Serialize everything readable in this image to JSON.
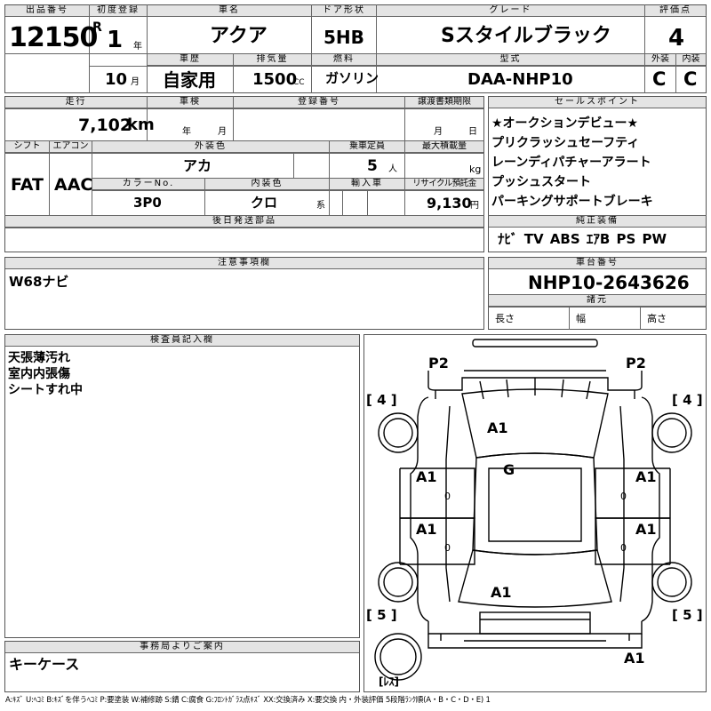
{
  "lot": {
    "header": "出品番号",
    "value": "12150"
  },
  "first_reg": {
    "header": "初度登録",
    "era": "R",
    "year": "1",
    "year_unit": "年",
    "month": "10",
    "month_unit": "月"
  },
  "car_name": {
    "header": "車名",
    "value": "アクア"
  },
  "door": {
    "header": "ドア形状",
    "value": "5HB"
  },
  "grade": {
    "header": "グレード",
    "value": "Sスタイルブラック"
  },
  "score": {
    "header": "評価点",
    "value": "4"
  },
  "history": {
    "header": "車歴",
    "value": "自家用"
  },
  "displacement": {
    "header": "排気量",
    "value": "1500",
    "unit": "CC"
  },
  "fuel": {
    "header": "燃料",
    "value": "ガソリン"
  },
  "model": {
    "header": "型式",
    "value": "DAA-NHP10"
  },
  "ext_score": {
    "header": "外装",
    "value": "C"
  },
  "int_score": {
    "header": "内装",
    "value": "C"
  },
  "mileage": {
    "header": "走行",
    "value": "7,102",
    "unit": "km"
  },
  "inspection": {
    "header": "車検",
    "year_unit": "年",
    "month_unit": "月"
  },
  "reg_no": {
    "header": "登録番号"
  },
  "transfer": {
    "header": "譲渡書類期限",
    "month_unit": "月",
    "day_unit": "日"
  },
  "shift": {
    "header": "シフト",
    "value": "FAT"
  },
  "aircon": {
    "header": "エアコン",
    "value": "AAC"
  },
  "ext_color": {
    "header": "外装色",
    "value": "アカ"
  },
  "capacity": {
    "header": "乗車定員",
    "value": "5",
    "unit": "人"
  },
  "max_load": {
    "header": "最大積載量",
    "unit": "kg"
  },
  "color_no": {
    "header": "カラーNo.",
    "value": "3P0"
  },
  "int_color": {
    "header": "内装色",
    "value": "クロ",
    "unit": "系"
  },
  "import": {
    "header": "輸入車"
  },
  "recycle": {
    "header": "リサイクル預託金",
    "value": "9,130",
    "unit": "円"
  },
  "later_parts": {
    "header": "後日発送部品"
  },
  "sales_points": {
    "header": "セールスポイント",
    "items": [
      "★オークションデビュー★",
      "プリクラッシュセーフティ",
      "レーンディパチャーアラート",
      "プッシュスタート",
      "パーキングサポートブレーキ"
    ]
  },
  "equipment": {
    "header": "純正装備",
    "value": "ﾅﾋﾞ TV ABS ｴｱB PS PW"
  },
  "notes": {
    "header": "注意事項欄",
    "value": "W68ナビ"
  },
  "chassis": {
    "header": "車台番号",
    "value": "NHP10-2643626"
  },
  "dimensions": {
    "header": "諸元",
    "length": "長さ",
    "width": "幅",
    "height": "高さ"
  },
  "inspector": {
    "header": "検査員記入欄",
    "lines": [
      "天張薄汚れ",
      "室内内張傷",
      "シートすれ中"
    ]
  },
  "office": {
    "header": "事務局よりご案内",
    "value": "キーケース"
  },
  "diagram": {
    "p2_left": "P2",
    "p2_right": "P2",
    "tire_fl": "[ 4 ]",
    "tire_fr": "[ 4 ]",
    "tire_rl": "[ 5 ]",
    "tire_rr": "[ 5 ]",
    "windshield": "A1",
    "roof": "G",
    "door_fl": "A1",
    "door_fr": "A1",
    "door_rl": "A1",
    "door_rr": "A1",
    "rear_glass": "A1",
    "rear_bumper": "A1",
    "zero_1": "0",
    "zero_2": "0",
    "zero_3": "0",
    "zero_4": "0",
    "spare": "[ﾚｽ]"
  },
  "legend": "A:ｷｽﾞ U:ﾍｺﾐ B:ｷｽﾞを伴うﾍｺﾐ P:要塗装 W:補修跡 S:錆 C:腐食 G:ﾌﾛﾝﾄｶﾞﾗｽ点ｷｽﾞ XX:交換済み X:要交換 内・外装評価 5段階ﾗﾝｸ順(A・B・C・D・E) 1"
}
